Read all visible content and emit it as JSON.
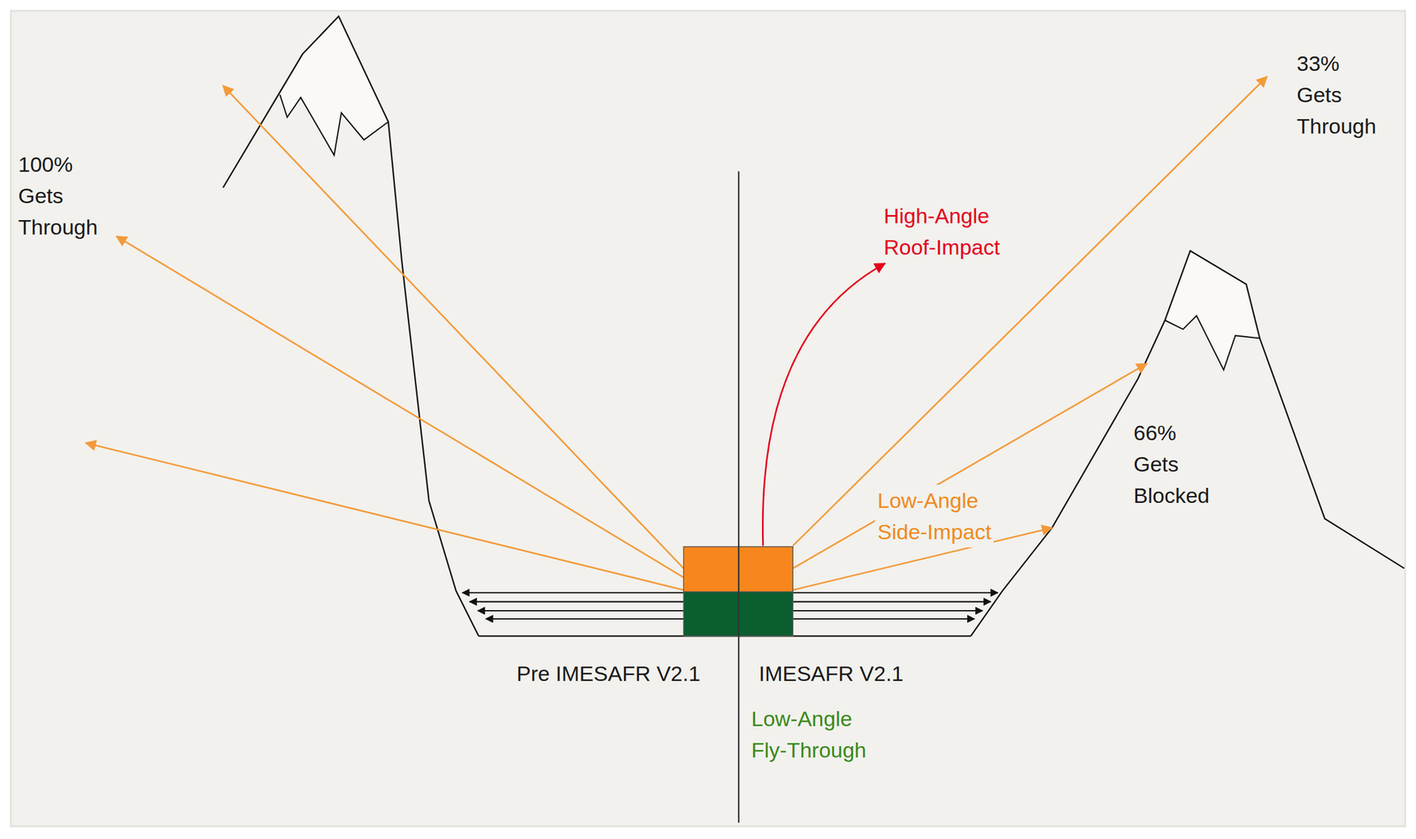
{
  "diagram": {
    "labels": [
      "100% Gets Through",
      "33% Gets Through",
      "66% Gets Blocked",
      "High-Angle Roof-Impact",
      "Low-Angle Side-Impact",
      "Pre IMESAFR V2.1",
      "IMESAFR V2.1",
      "Low-Angle Fly-Through"
    ]
  }
}
